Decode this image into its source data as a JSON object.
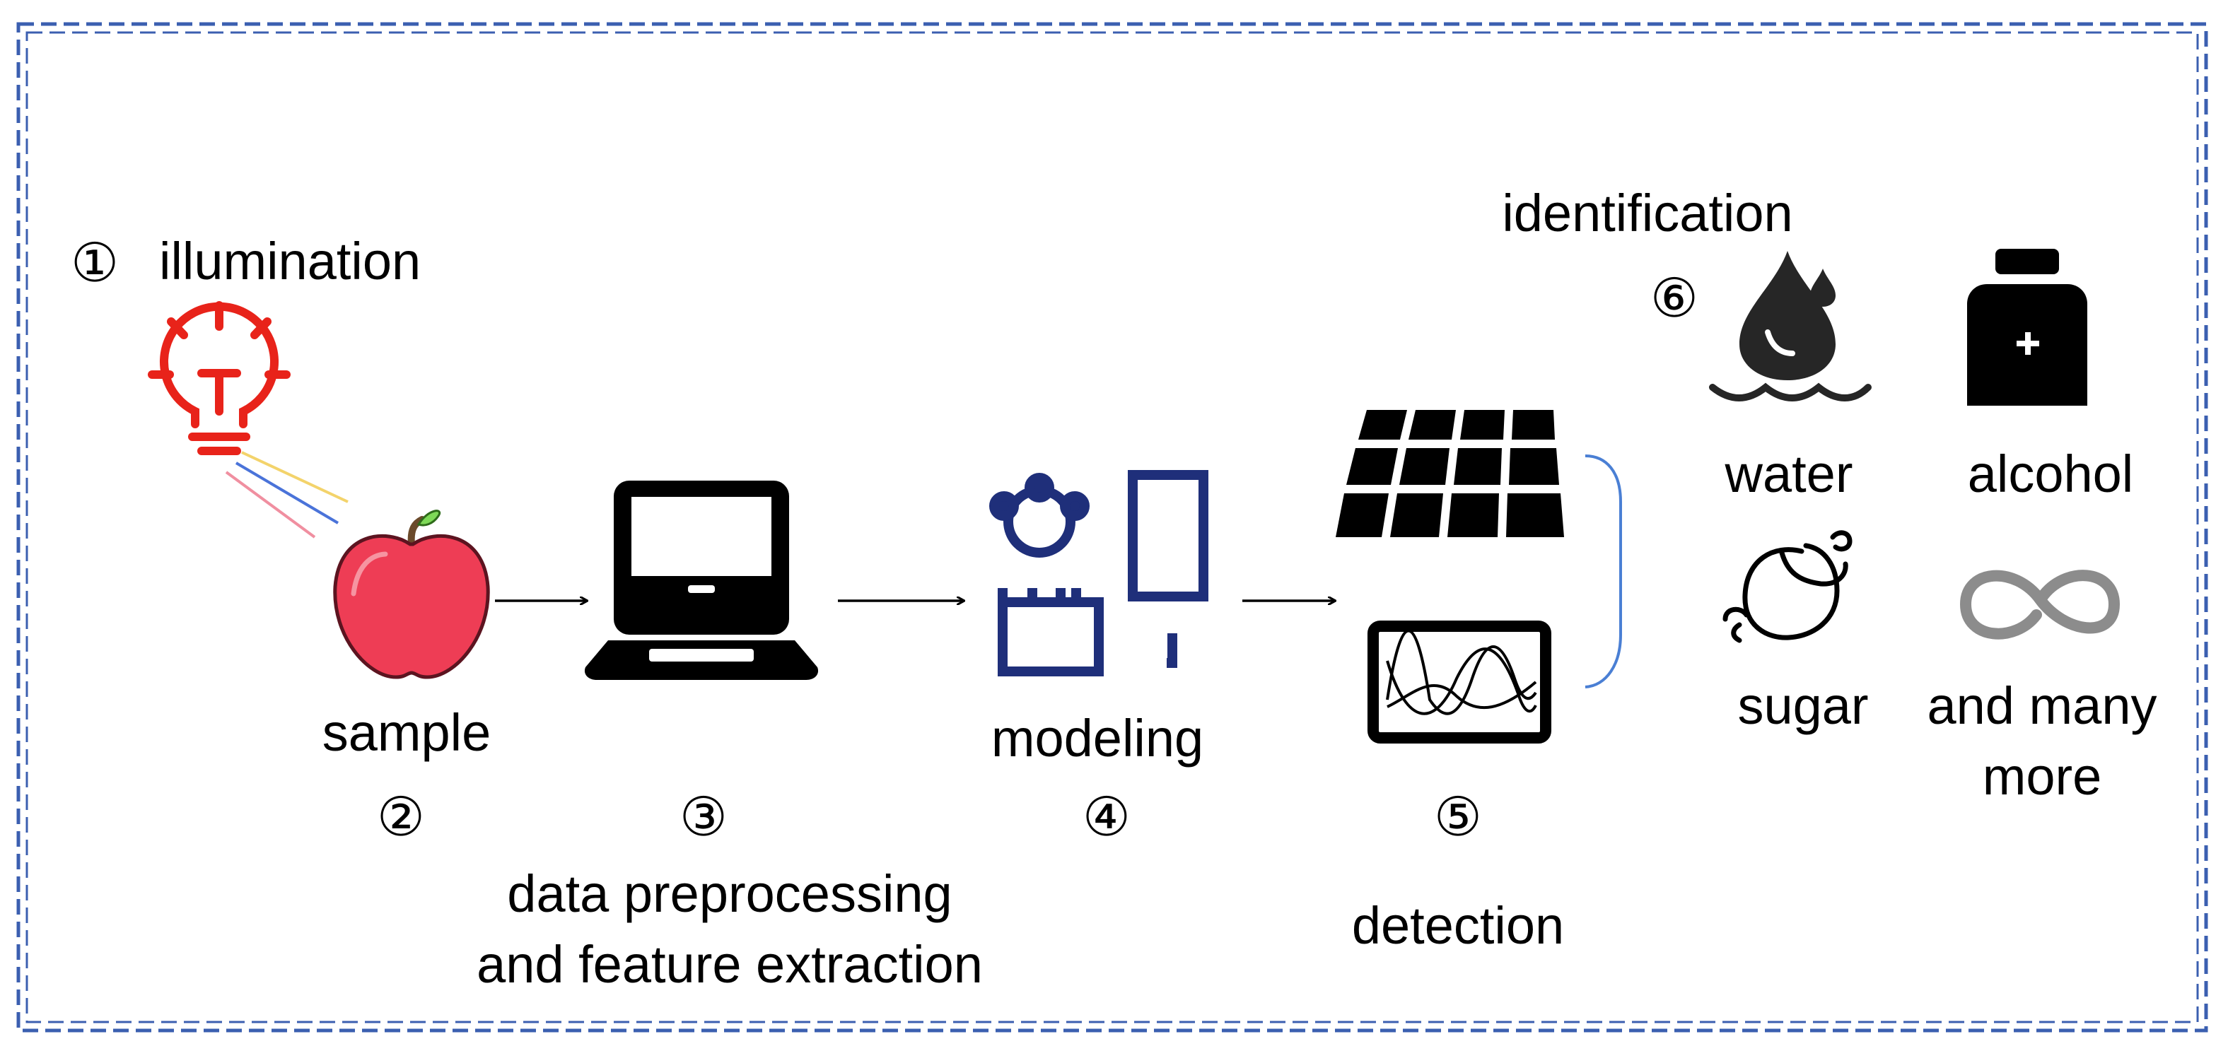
{
  "colors": {
    "frame": "#3b5fb0",
    "bulb": "#e8231a",
    "apple": "#ee3d55",
    "leaf": "#7ed957",
    "modeling": "#1f2f7a",
    "bracket": "#4a7fd4",
    "gray_icon": "#8c8c8c",
    "ray_yellow": "#f3d36b",
    "ray_blue": "#4a73d9",
    "ray_pink": "#f08fa0"
  },
  "steps": {
    "illumination": {
      "number": "①",
      "label": "illumination",
      "icon": "light-bulb-icon"
    },
    "sample": {
      "number": "②",
      "label": "sample",
      "icon": "apple-icon"
    },
    "preprocessing": {
      "number": "③",
      "label_line1": "data preprocessing",
      "label_line2": "and feature extraction",
      "icon": "laptop-icon"
    },
    "modeling": {
      "number": "④",
      "label": "modeling",
      "icon": "modeling-icon"
    },
    "detection": {
      "number": "⑤",
      "label": "detection",
      "icons": [
        "grid-panel-icon",
        "waveform-monitor-icon"
      ]
    },
    "identification": {
      "number": "⑥",
      "label": "identification",
      "items": [
        {
          "label": "water",
          "icon": "water-drop-icon"
        },
        {
          "label": "alcohol",
          "icon": "bottle-icon"
        },
        {
          "label": "sugar",
          "icon": "sugar-icon"
        },
        {
          "label_line1": "and many",
          "label_line2": "more",
          "icon": "infinity-icon"
        }
      ]
    }
  }
}
